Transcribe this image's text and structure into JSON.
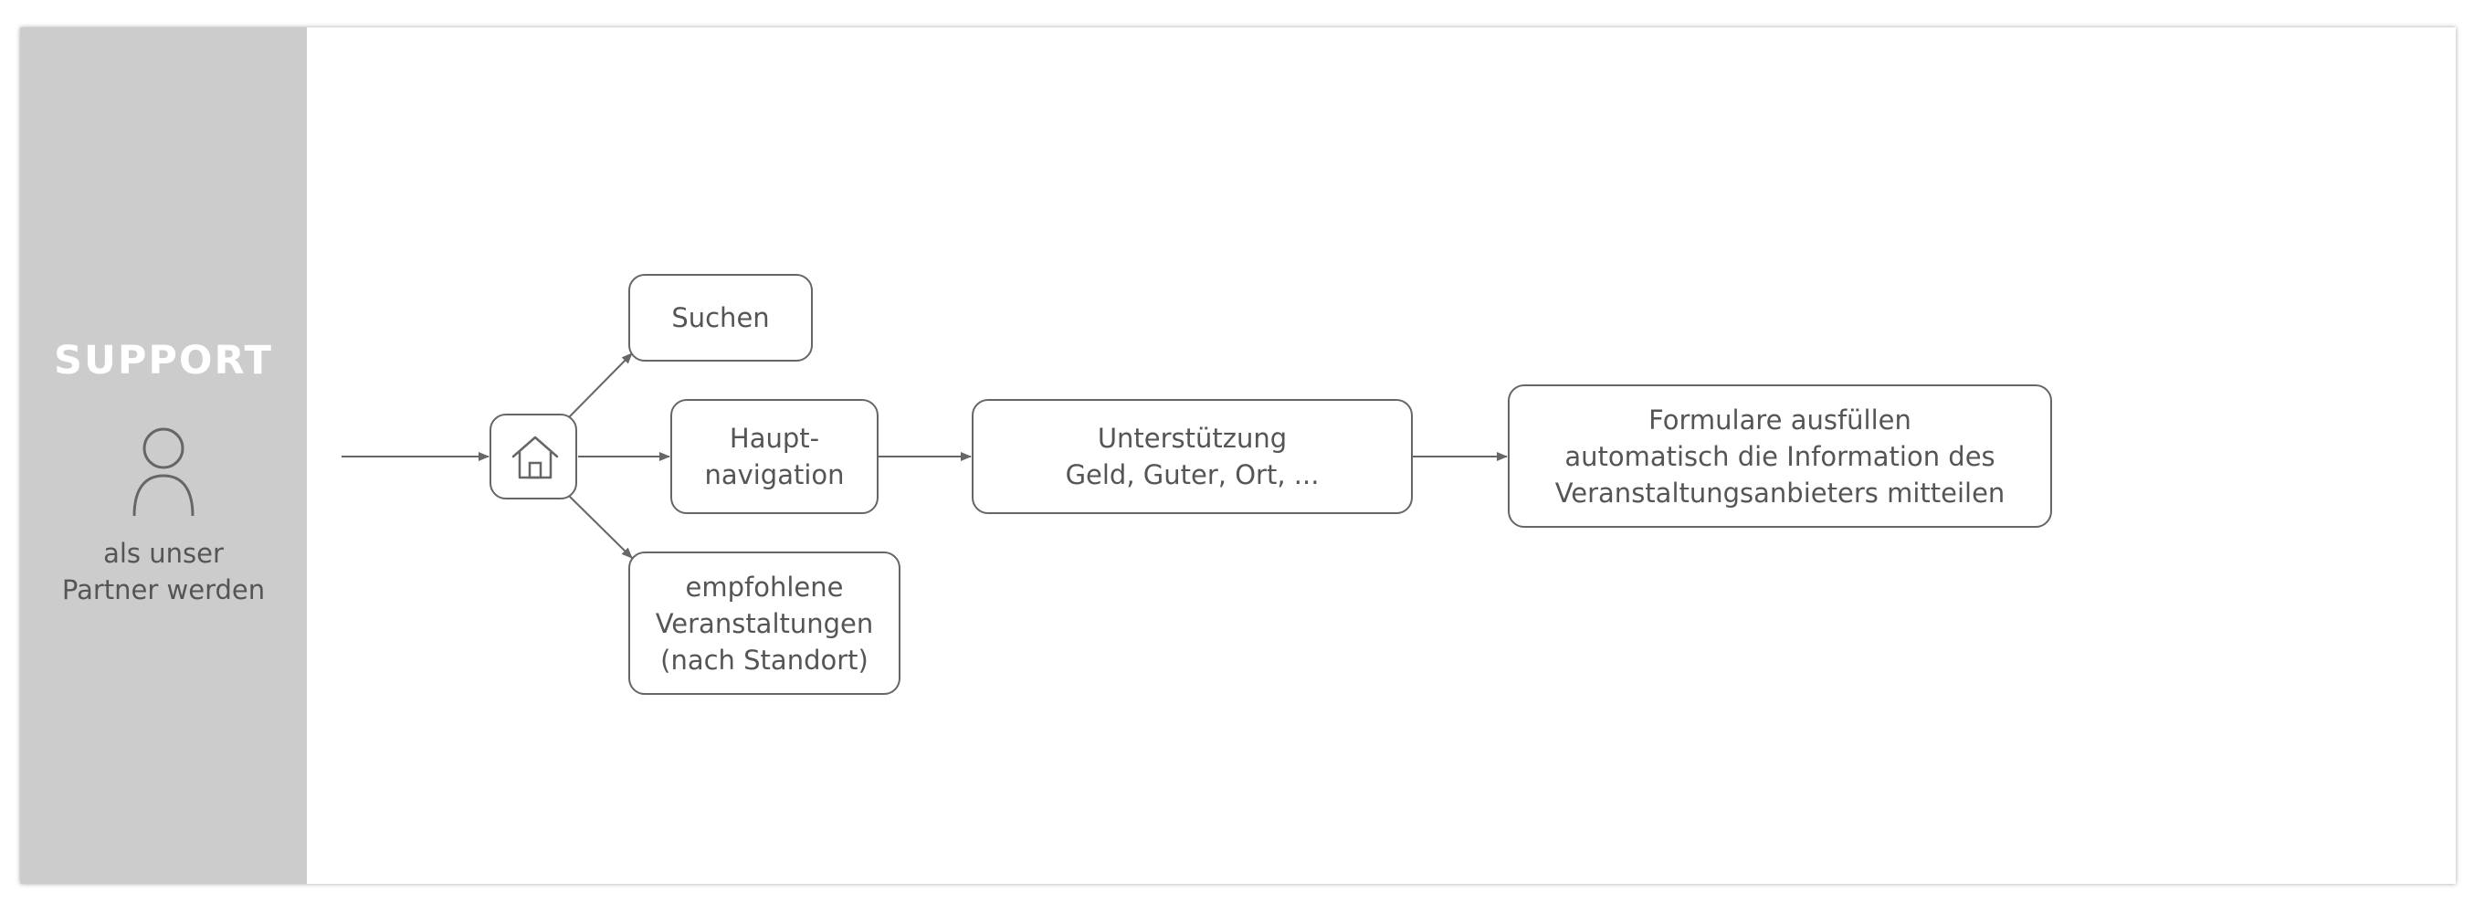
{
  "sidebar": {
    "title": "SUPPORT",
    "caption_line1": "als unser",
    "caption_line2": "Partner werden"
  },
  "nodes": {
    "search": "Suchen",
    "main_nav_line1": "Haupt-",
    "main_nav_line2": "navigation",
    "recommended_line1": "empfohlene",
    "recommended_line2": "Veranstaltungen",
    "recommended_line3": "(nach Standort)",
    "support_line1": "Unterstützung",
    "support_line2": "Geld, Guter, Ort, ...",
    "forms_line1": "Formulare ausfüllen",
    "forms_line2": "automatisch die Information des",
    "forms_line3": "Veranstaltungsanbieters mitteilen"
  },
  "icons": {
    "home": "home-icon",
    "person": "person-icon"
  },
  "colors": {
    "sidebar_bg": "#cccccc",
    "sidebar_title": "#ffffff",
    "stroke": "#666666",
    "text": "#555555"
  }
}
